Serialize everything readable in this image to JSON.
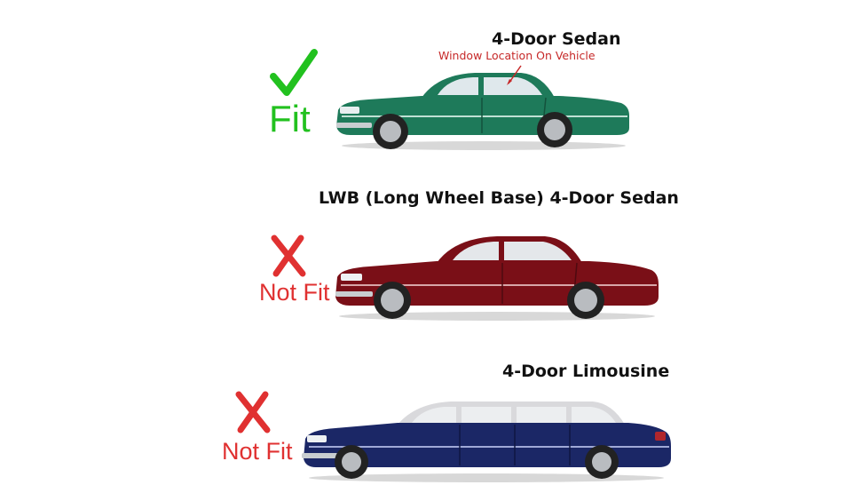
{
  "colors": {
    "fit": "#22c11f",
    "not_fit": "#e03131",
    "annotation": "#c62828",
    "sedan_body": "#1e7a5a",
    "lwb_body": "#7a0f17",
    "limo_body": "#1b2766",
    "limo_roof": "#d9d9dc"
  },
  "rows": [
    {
      "title": "4-Door Sedan",
      "annotation": "Window Location On Vehicle",
      "status": "Fit",
      "status_icon": "check-icon"
    },
    {
      "title": "LWB (Long Wheel Base) 4-Door Sedan",
      "status": "Not Fit",
      "status_icon": "cross-icon"
    },
    {
      "title": "4-Door Limousine",
      "status": "Not Fit",
      "status_icon": "cross-icon"
    }
  ]
}
